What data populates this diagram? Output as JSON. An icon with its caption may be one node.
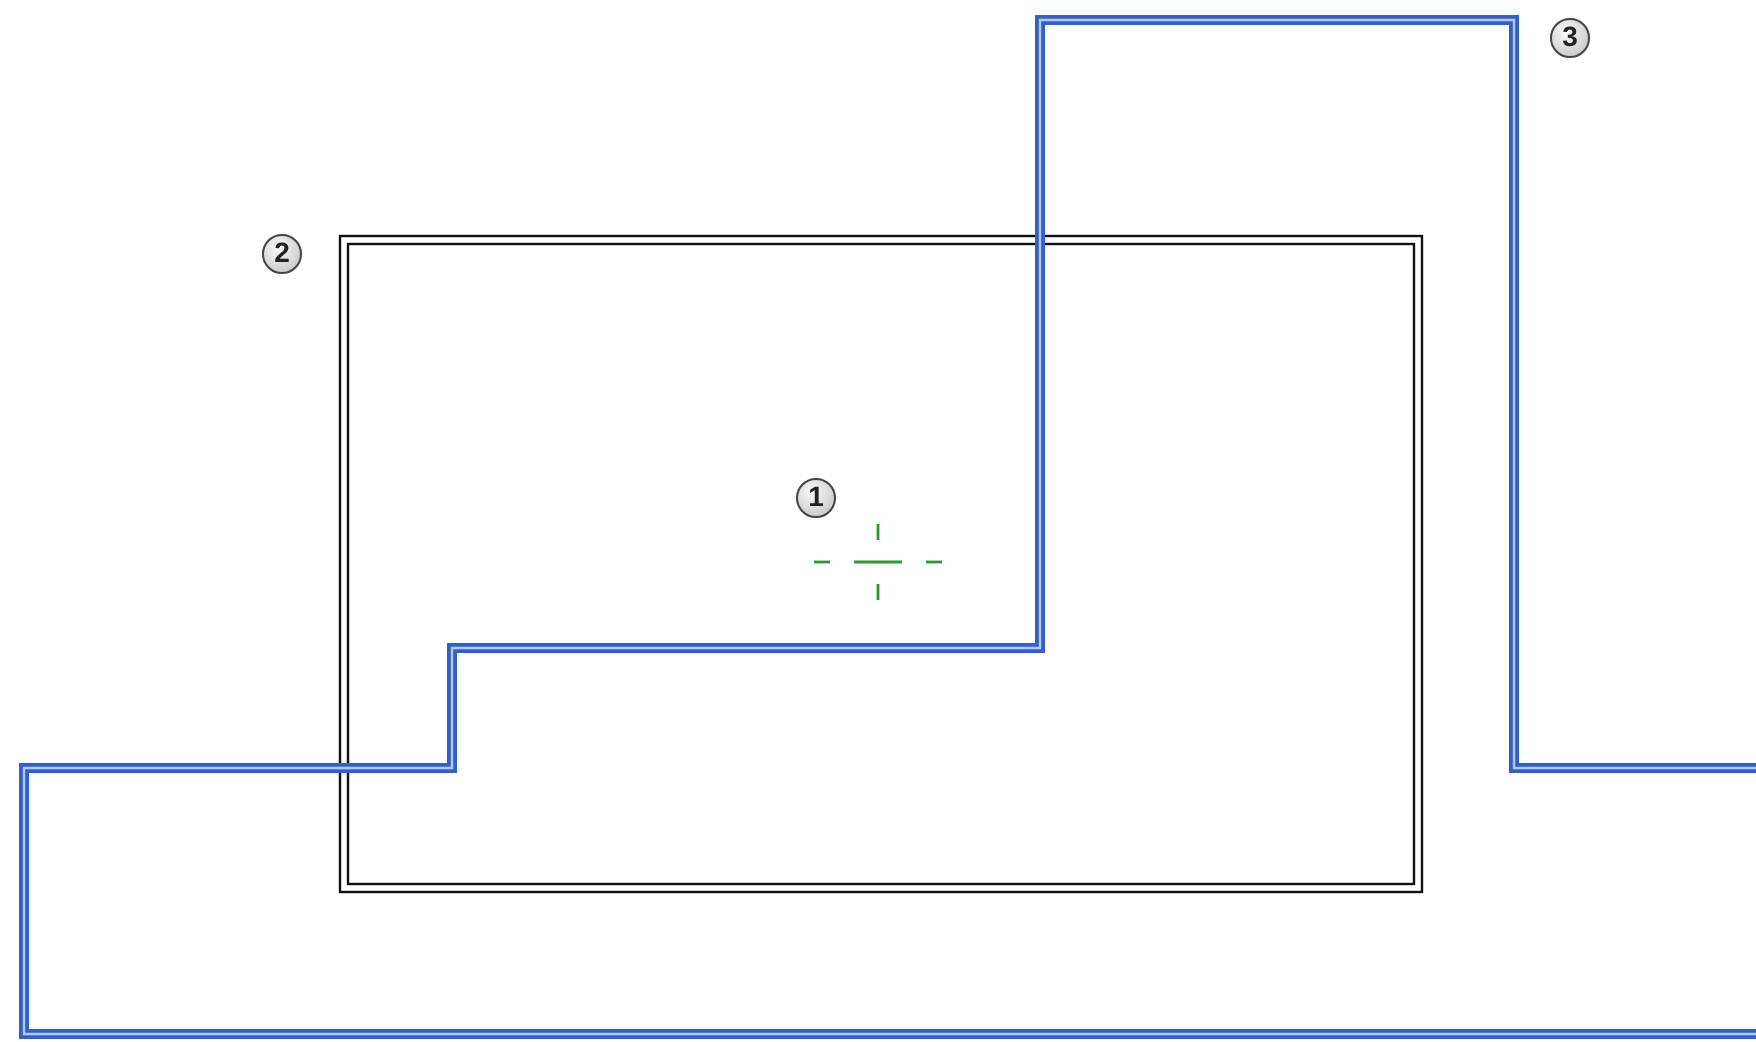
{
  "diagram": {
    "labels": [
      "3",
      "2",
      "1"
    ]
  }
}
